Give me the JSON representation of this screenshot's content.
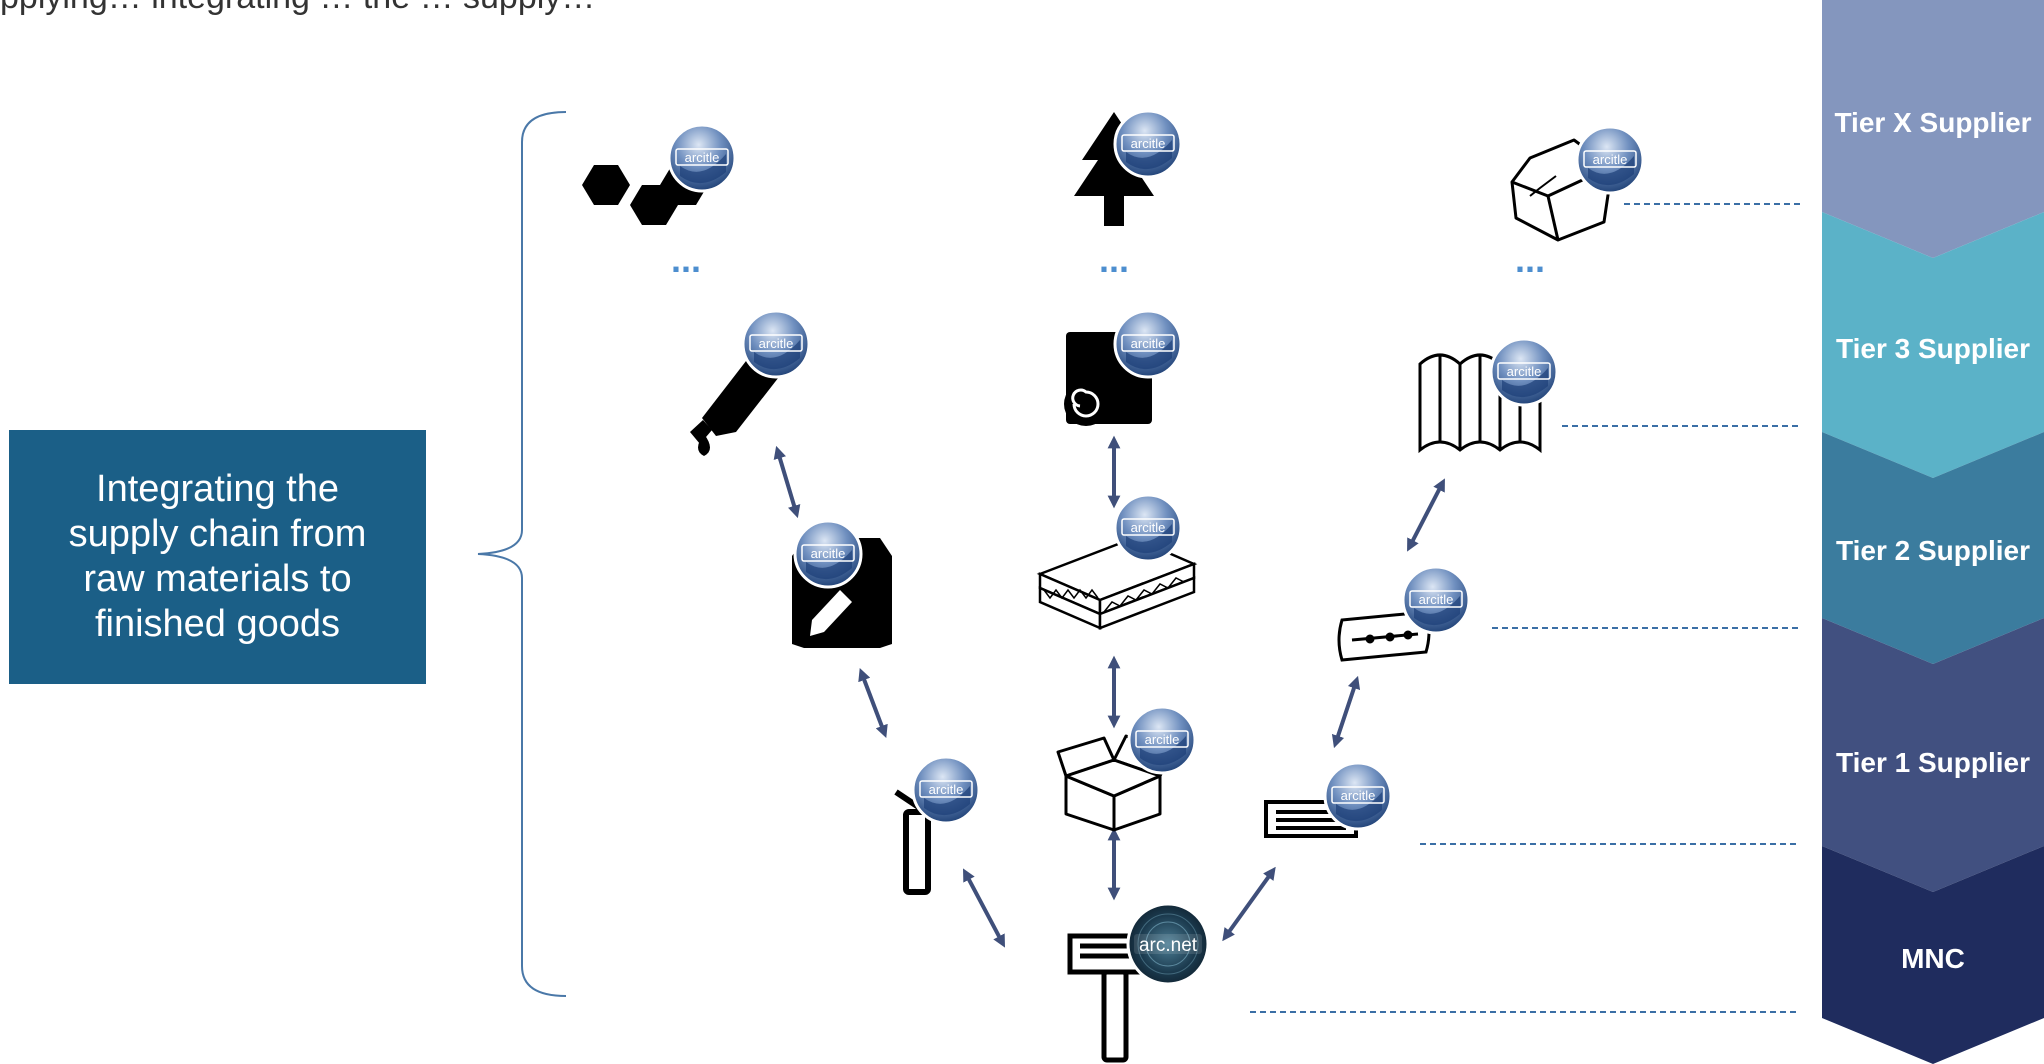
{
  "header": {
    "cut_text": "pplying… integrating … the … supply…"
  },
  "callout": {
    "text": "Integrating the\nsupply chain from\nraw materials to\nfinished goods"
  },
  "tiers": [
    {
      "label": "Tier X Supplier",
      "color": "#8496be"
    },
    {
      "label": "Tier 3 Supplier",
      "color": "#5bb2c8"
    },
    {
      "label": "Tier 2 Supplier",
      "color": "#3b7c9e"
    },
    {
      "label": "Tier 1 Supplier",
      "color": "#415080"
    },
    {
      "label": "MNC",
      "color": "#1f2c5e"
    }
  ],
  "badges": {
    "supplier_text": "arcitle",
    "mnc_text": "arc.net"
  },
  "ellipsis": "...",
  "colors": {
    "arrow": "#3f4f7a",
    "dashed": "#3b6fa6",
    "brace": "#4a78a8"
  }
}
